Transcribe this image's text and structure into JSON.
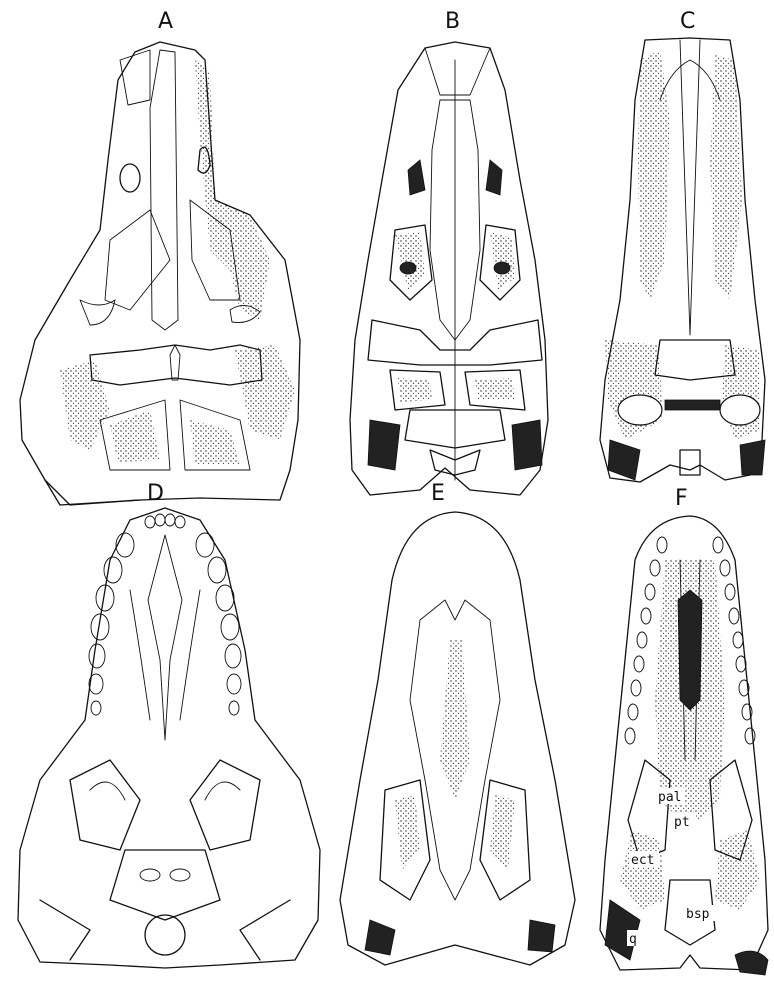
{
  "figure": {
    "panels": [
      {
        "letter": "A",
        "view": "dorsal"
      },
      {
        "letter": "B",
        "view": "dorsal"
      },
      {
        "letter": "C",
        "view": "dorsal"
      },
      {
        "letter": "D",
        "view": "ventral"
      },
      {
        "letter": "E",
        "view": "ventral"
      },
      {
        "letter": "F",
        "view": "ventral"
      }
    ],
    "annotations": [
      "pal",
      "pt",
      "ect",
      "q",
      "bsp"
    ]
  }
}
